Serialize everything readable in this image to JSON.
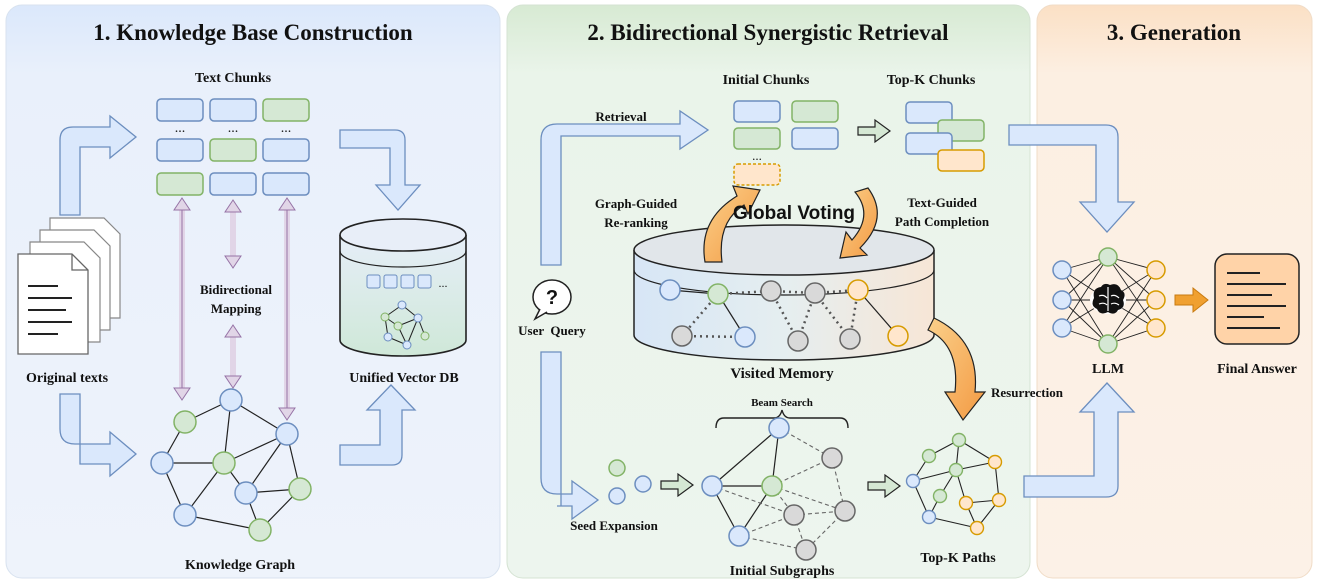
{
  "panels": {
    "kb": {
      "title": "1. Knowledge Base Construction"
    },
    "retrieval": {
      "title": "2. Bidirectional Synergistic Retrieval"
    },
    "generation": {
      "title": "3. Generation"
    }
  },
  "kb": {
    "text_chunks": "Text Chunks",
    "ellipsis": "...",
    "bidirectional_line1": "Bidirectional",
    "bidirectional_line2": "Mapping",
    "original_texts": "Original texts",
    "unified_vector_db": "Unified Vector DB",
    "knowledge_graph": "Knowledge Graph"
  },
  "retrieval": {
    "retrieval_label": "Retrieval",
    "initial_chunks": "Initial Chunks",
    "topk_chunks": "Top-K Chunks",
    "graph_guided_line1": "Graph-Guided",
    "graph_guided_line2": "Re-ranking",
    "global_voting": "Global Voting",
    "text_guided_line1": "Text-Guided",
    "text_guided_line2": "Path Completion",
    "query_mark": "?",
    "user_query": "User  Query",
    "visited_memory": "Visited Memory",
    "resurrection": "Resurrection",
    "beam_search": "Beam Search",
    "seed_expansion": "Seed Expansion",
    "initial_subgraphs": "Initial Subgraphs",
    "topk_paths": "Top-K Paths"
  },
  "generation": {
    "llm": "LLM",
    "final_answer": "Final Answer"
  },
  "colors": {
    "blue_node": "#dae8fc",
    "blue_stroke": "#6c8ebf",
    "green_node": "#d5e8d4",
    "green_stroke": "#82b366",
    "gray_node": "#d9d9d9",
    "orange_node": "#ffe6cc",
    "orange_stroke": "#d79b00",
    "arrow_orange": "#f4a460"
  },
  "icons": [
    "document-stack-icon",
    "database-icon",
    "question-bubble-icon",
    "brain-icon",
    "answer-document-icon"
  ]
}
